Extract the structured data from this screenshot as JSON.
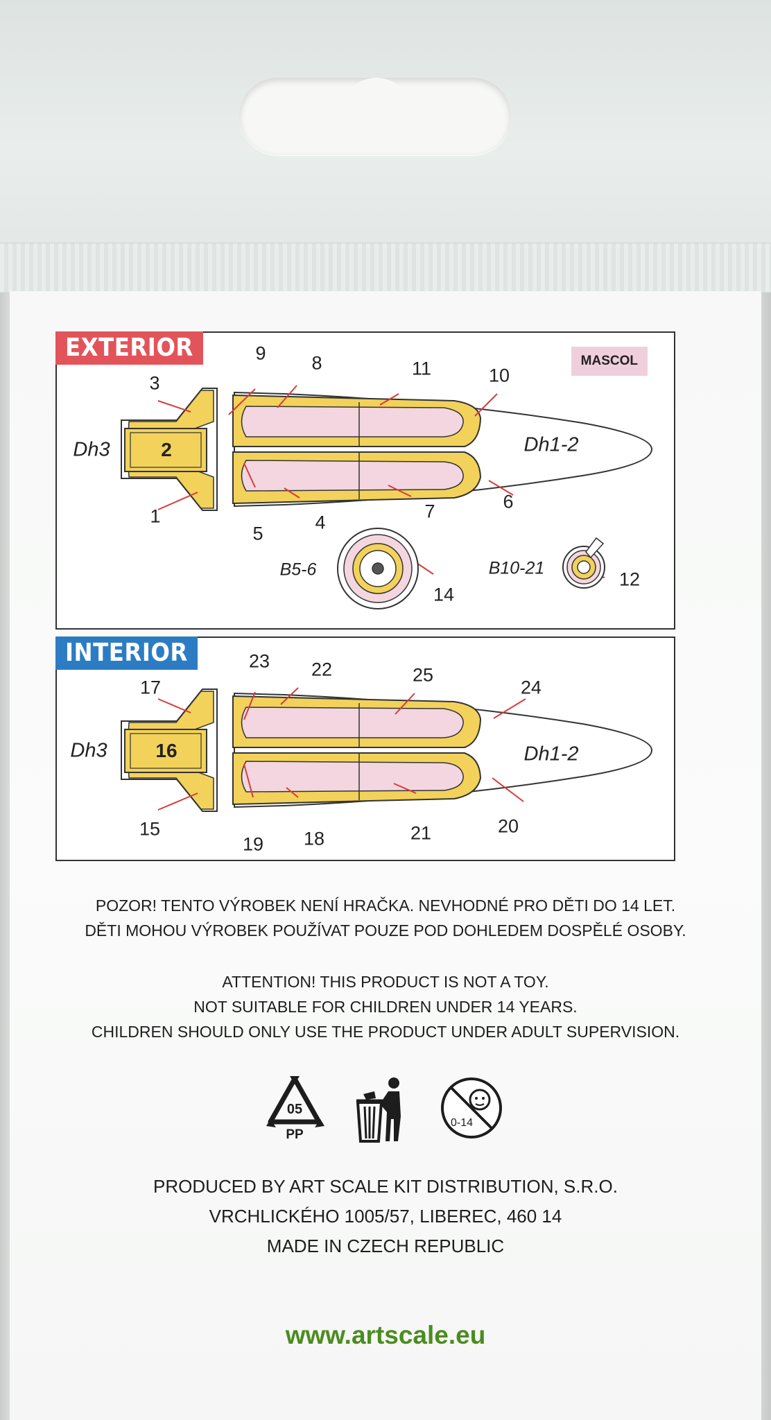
{
  "exterior": {
    "badge": "EXTERIOR",
    "brand": "MASCOL",
    "callouts": [
      "9",
      "8",
      "11",
      "10",
      "3",
      "1",
      "5",
      "4",
      "7",
      "6",
      "14",
      "12"
    ],
    "center_num": "2",
    "codes": [
      "Dh3",
      "Dh1-2",
      "B5-6",
      "B10-21"
    ]
  },
  "interior": {
    "badge": "INTERIOR",
    "callouts": [
      "23",
      "22",
      "25",
      "24",
      "17",
      "15",
      "19",
      "18",
      "21",
      "20"
    ],
    "center_num": "16",
    "codes": [
      "Dh3",
      "Dh1-2"
    ]
  },
  "warning_cz": [
    "POZOR! TENTO VÝROBEK NENÍ HRAČKA. NEVHODNÉ PRO DĚTI DO 14 LET.",
    "DĚTI MOHOU VÝROBEK POUŽÍVAT POUZE POD DOHLEDEM DOSPĚLÉ OSOBY."
  ],
  "warning_en": [
    "ATTENTION! THIS PRODUCT IS NOT A TOY.",
    "NOT SUITABLE FOR CHILDREN UNDER 14 YEARS.",
    "CHILDREN SHOULD ONLY USE THE PRODUCT UNDER ADULT SUPERVISION."
  ],
  "icons": {
    "recycle_code": "05",
    "recycle_material": "PP",
    "age_label": "0-14"
  },
  "producer": [
    "PRODUCED BY ART SCALE KIT DISTRIBUTION, S.R.O.",
    "VRCHLICKÉHO 1005/57, LIBEREC, 460 14",
    "MADE IN CZECH REPUBLIC"
  ],
  "url": "www.artscale.eu",
  "colors": {
    "exterior_badge": "#e2545a",
    "interior_badge": "#2c7cc4",
    "mask_yellow": "#f2d25a",
    "mask_pink": "#f3d6e0",
    "url_green": "#4b8c1f"
  }
}
